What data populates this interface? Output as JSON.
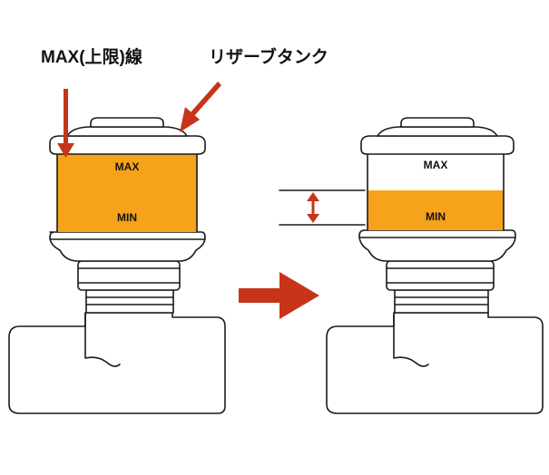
{
  "labels": {
    "max_line": "MAX(上限)線",
    "reservoir_tank": "リザーブタンク"
  },
  "tank_before": {
    "max_mark": "MAX",
    "min_mark": "MIN",
    "fluid_level": "full"
  },
  "tank_after": {
    "max_mark": "MAX",
    "min_mark": "MIN",
    "fluid_level": "reduced"
  },
  "colors": {
    "fluid": "#F7A21B",
    "arrow": "#C8341A",
    "outline": "#1a1a1a"
  }
}
